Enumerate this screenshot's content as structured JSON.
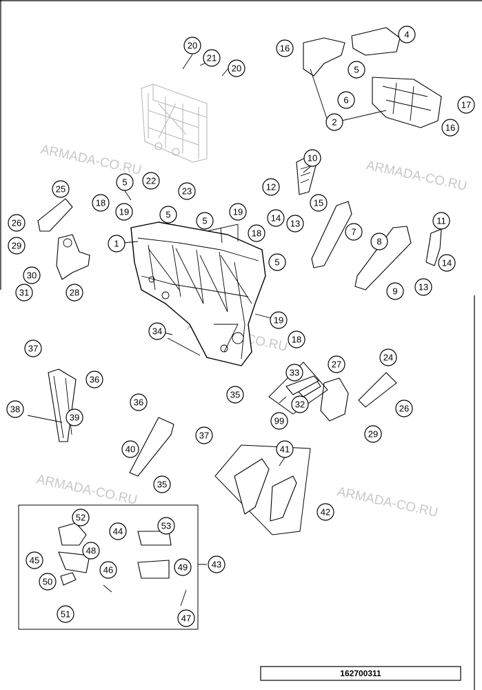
{
  "drawing_code": "162700311",
  "watermark_text": "ARMADA-CO.RU",
  "callouts": [
    "20",
    "21",
    "20",
    "4",
    "16",
    "5",
    "6",
    "2",
    "17",
    "16",
    "10",
    "12",
    "15",
    "14",
    "13",
    "7",
    "8",
    "11",
    "14",
    "13",
    "9",
    "25",
    "26",
    "29",
    "30",
    "31",
    "28",
    "5",
    "22",
    "23",
    "18",
    "19",
    "5",
    "5",
    "19",
    "18",
    "1",
    "5",
    "19",
    "18",
    "34",
    "37",
    "36",
    "38",
    "39",
    "36",
    "37",
    "40",
    "35",
    "35",
    "33",
    "32",
    "99",
    "27",
    "24",
    "26",
    "29",
    "41",
    "42",
    "52",
    "53",
    "44",
    "45",
    "48",
    "46",
    "49",
    "43",
    "50",
    "51",
    "47"
  ]
}
